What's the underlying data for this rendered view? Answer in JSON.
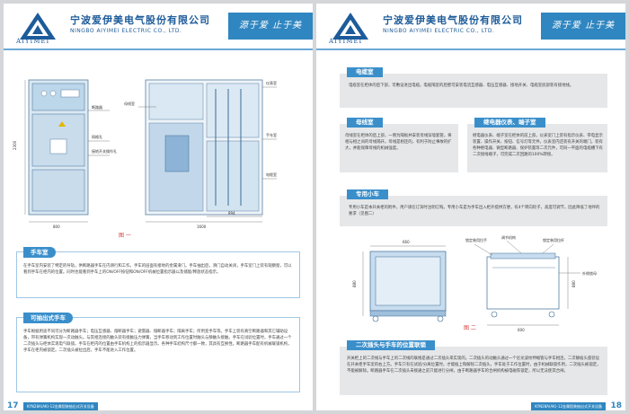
{
  "left_page": {
    "header": {
      "company_cn": "宁波爱伊美电气股份有限公司",
      "company_en": "NINGBO AIYIMEI ELECTRIC CO., LTD.",
      "brand": "AIYIMEI",
      "slogan": "源于爱 止于美"
    },
    "figure": {
      "caption": "图 一",
      "labels": {
        "breaker": "断路器",
        "nameplate": "带铭牌",
        "observe": "网格孔",
        "interlock": "接地开关操作孔",
        "meter": "仪表室",
        "cart": "手车室",
        "busbar": "母线室",
        "cable": "电缆室",
        "h_dim": "2300",
        "w_front": "800",
        "w_side": "1600",
        "w_sub": "894"
      }
    },
    "section1": {
      "title": "手车室",
      "body": "在手车室内安装了特定的导轨，供断路器手车在内滑行和工作。手车的层面有接地的金属滑门。手车抽出后，滑门自动关闭，手车室门上装有观察窗，可以看到手车在柜内的位置。同时也能看到手车上的ON/OFF按钮和ON/OFF机械位置指示器以及储能/释放状态指示。"
    },
    "section2": {
      "title": "可抽出式手车",
      "body": "手车根据用途不同可分为断路器手车；电压互感器、熔断器手车；避雷器、熔断器手车；隔离手车；所用变手车等。手车上装有真空断路器和其它辅助设备，带有弹簧机构实现一次动触头。与其相连接的触头装有接触压力弹簧，当手车移动到工作位置时触头与静触头接触。手车在试验位置时，手车通过一个二次插头与柜体实现电气联锁。手车在柜内的位置由手车机构上的指示器显示。各种手车结构尺寸都一致，其具有互换性。断路器手车配有机械联锁机构，手车在柜内被锁定。二次插头被拉出后，手车不能进入工作位置。"
    },
    "footer": {
      "page": "17",
      "bar": "KYN28A(AK)-12金属铠装抽出式开关设备"
    }
  },
  "right_page": {
    "header": {
      "company_cn": "宁波爱伊美电气股份有限公司",
      "company_en": "NINGBO AIYIMEI ELECTRIC CO., LTD.",
      "brand": "AIYIMEI",
      "slogan": "源于爱 止于美"
    },
    "cable_room": {
      "title": "电缆室",
      "body": "电缆室在柜体的后下部，可敷设进出电缆。电缆隔室的后壁可安装电流互感器、电压互感器、接地开关、电缆室底部装有接地线。"
    },
    "busbar_room": {
      "title": "母线室",
      "body": "母线室在柜体的后上部，一侧为隔板并安装母线穿墙套管，将相与相之间的母线隔开。母线是相连的，有利于防止事故的扩大，并能保障母线的机械强度。"
    },
    "relay_room": {
      "title": "继电器仪表、端子室",
      "body": "继电器仪表、端子室在柜体的前上部。仪表室门上装有指示仪表、带电显示装置、操作开关、按钮、信号灯等元件。仪表室内还装有开关的端门，装有各种继电器、微型断路器、保护装置等二次元件，可同一平面的电缆槽下有二次接线端子，可完成二次回路的100%转接。"
    },
    "cart_section": {
      "title": "专用小车",
      "body": "专用小车是本开关柜的附件，用户请在订货时注明订购。专用小车是为手车出入柜外提供方便，有4个转向轮子，高度可调节，因此降低了地坪的要求（见图二）"
    },
    "figure": {
      "caption": "图 二",
      "labels": {
        "lock": "锁定装用拉手",
        "adjust": "调节机构",
        "wheel": "外侧锁母",
        "bar": "锁定装用拉杆",
        "dim_top": "660",
        "dim_side": "880",
        "dim_bottom": "600",
        "dim_right": "880"
      }
    },
    "plug_section": {
      "title": "二次插头与手车的位置联锁",
      "body": "开关柜上的二次线与手车上的二次线的联络是通过二次插头来实现的。二次插头的动触头通过一个尼龙波纹伸缩管与手车相连，二次静插头座装设在开关柜手车室的右上方。手车只有在试验/分离位置时，才能插上和解除二次插头，手车处于工作位置时，由于机械联锁作用，二次插头被锁定，不能被解除。断路器手车在二次插头未接通之前只能进行分闸，由于断路器手车的合闸机构被电磁铁锁定，所以无法使其合闸。"
    },
    "footer": {
      "page": "18",
      "bar": "KYN28A(AK)-12金属铠装抽出式开关设备"
    }
  }
}
